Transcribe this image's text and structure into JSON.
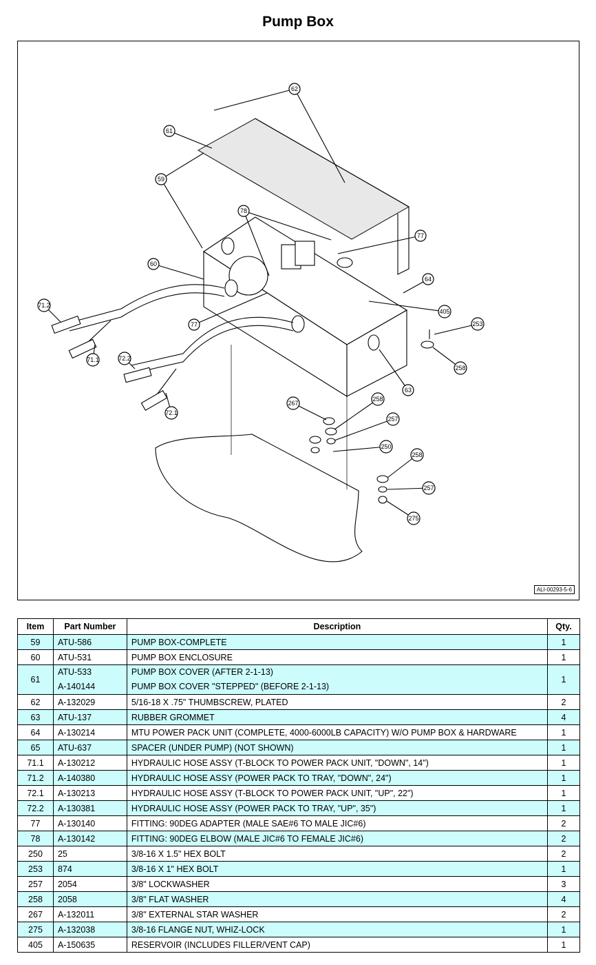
{
  "title": "Pump Box",
  "drawing_id": "ALI-00293-5-6",
  "callouts": [
    "62",
    "61",
    "59",
    "78",
    "77",
    "60",
    "64",
    "71.2",
    "405",
    "77",
    "253",
    "71.1",
    "72.2",
    "258",
    "63",
    "267",
    "258",
    "257",
    "250",
    "258",
    "257",
    "275",
    "72.1"
  ],
  "table": {
    "headers": {
      "item": "Item",
      "part": "Part Number",
      "desc": "Description",
      "qty": "Qty."
    },
    "rows": [
      {
        "item": "59",
        "parts": [
          "ATU-586"
        ],
        "descs": [
          "PUMP BOX-COMPLETE"
        ],
        "qty": "1"
      },
      {
        "item": "60",
        "parts": [
          "ATU-531"
        ],
        "descs": [
          "PUMP BOX ENCLOSURE"
        ],
        "qty": "1"
      },
      {
        "item": "61",
        "parts": [
          "ATU-533",
          "A-140144"
        ],
        "descs": [
          "PUMP BOX COVER (AFTER 2-1-13)",
          "PUMP BOX COVER \"STEPPED\" (BEFORE 2-1-13)"
        ],
        "qty": "1"
      },
      {
        "item": "62",
        "parts": [
          "A-132029"
        ],
        "descs": [
          "5/16-18 X .75\" THUMBSCREW, PLATED"
        ],
        "qty": "2"
      },
      {
        "item": "63",
        "parts": [
          "ATU-137"
        ],
        "descs": [
          "RUBBER GROMMET"
        ],
        "qty": "4"
      },
      {
        "item": "64",
        "parts": [
          "A-130214"
        ],
        "descs": [
          "MTU POWER PACK UNIT (COMPLETE, 4000-6000LB CAPACITY) W/O PUMP BOX & HARDWARE"
        ],
        "qty": "1"
      },
      {
        "item": "65",
        "parts": [
          "ATU-637"
        ],
        "descs": [
          "SPACER (UNDER PUMP) (NOT SHOWN)"
        ],
        "qty": "1"
      },
      {
        "item": "71.1",
        "parts": [
          "A-130212"
        ],
        "descs": [
          "HYDRAULIC HOSE ASSY (T-BLOCK TO POWER PACK UNIT, \"DOWN\", 14\")"
        ],
        "qty": "1"
      },
      {
        "item": "71.2",
        "parts": [
          "A-140380"
        ],
        "descs": [
          "HYDRAULIC HOSE ASSY (POWER PACK TO TRAY, \"DOWN\", 24\")"
        ],
        "qty": "1"
      },
      {
        "item": "72.1",
        "parts": [
          "A-130213"
        ],
        "descs": [
          "HYDRAULIC HOSE ASSY (T-BLOCK TO POWER PACK UNIT, \"UP\", 22\")"
        ],
        "qty": "1"
      },
      {
        "item": "72.2",
        "parts": [
          "A-130381"
        ],
        "descs": [
          "HYDRAULIC HOSE ASSY (POWER PACK TO TRAY, \"UP\", 35\")"
        ],
        "qty": "1"
      },
      {
        "item": "77",
        "parts": [
          "A-130140"
        ],
        "descs": [
          "FITTING: 90DEG ADAPTER (MALE SAE#6 TO MALE JIC#6)"
        ],
        "qty": "2"
      },
      {
        "item": "78",
        "parts": [
          "A-130142"
        ],
        "descs": [
          "FITTING: 90DEG ELBOW (MALE JIC#6 TO FEMALE JIC#6)"
        ],
        "qty": "2"
      },
      {
        "item": "250",
        "parts": [
          "25"
        ],
        "descs": [
          "3/8-16 X 1.5\" HEX BOLT"
        ],
        "qty": "2"
      },
      {
        "item": "253",
        "parts": [
          "874"
        ],
        "descs": [
          "3/8-16 X 1\" HEX BOLT"
        ],
        "qty": "1"
      },
      {
        "item": "257",
        "parts": [
          "2054"
        ],
        "descs": [
          "3/8\" LOCKWASHER"
        ],
        "qty": "3"
      },
      {
        "item": "258",
        "parts": [
          "2058"
        ],
        "descs": [
          "3/8\" FLAT WASHER"
        ],
        "qty": "4"
      },
      {
        "item": "267",
        "parts": [
          "A-132011"
        ],
        "descs": [
          "3/8\" EXTERNAL STAR WASHER"
        ],
        "qty": "2"
      },
      {
        "item": "275",
        "parts": [
          "A-132038"
        ],
        "descs": [
          "3/8-16 FLANGE NUT, WHIZ-LOCK"
        ],
        "qty": "1"
      },
      {
        "item": "405",
        "parts": [
          "A-150635"
        ],
        "descs": [
          "RESERVOIR (INCLUDES FILLER/VENT CAP)"
        ],
        "qty": "1"
      }
    ]
  },
  "colors": {
    "shade": "#ccfcfc",
    "line": "#000000"
  }
}
